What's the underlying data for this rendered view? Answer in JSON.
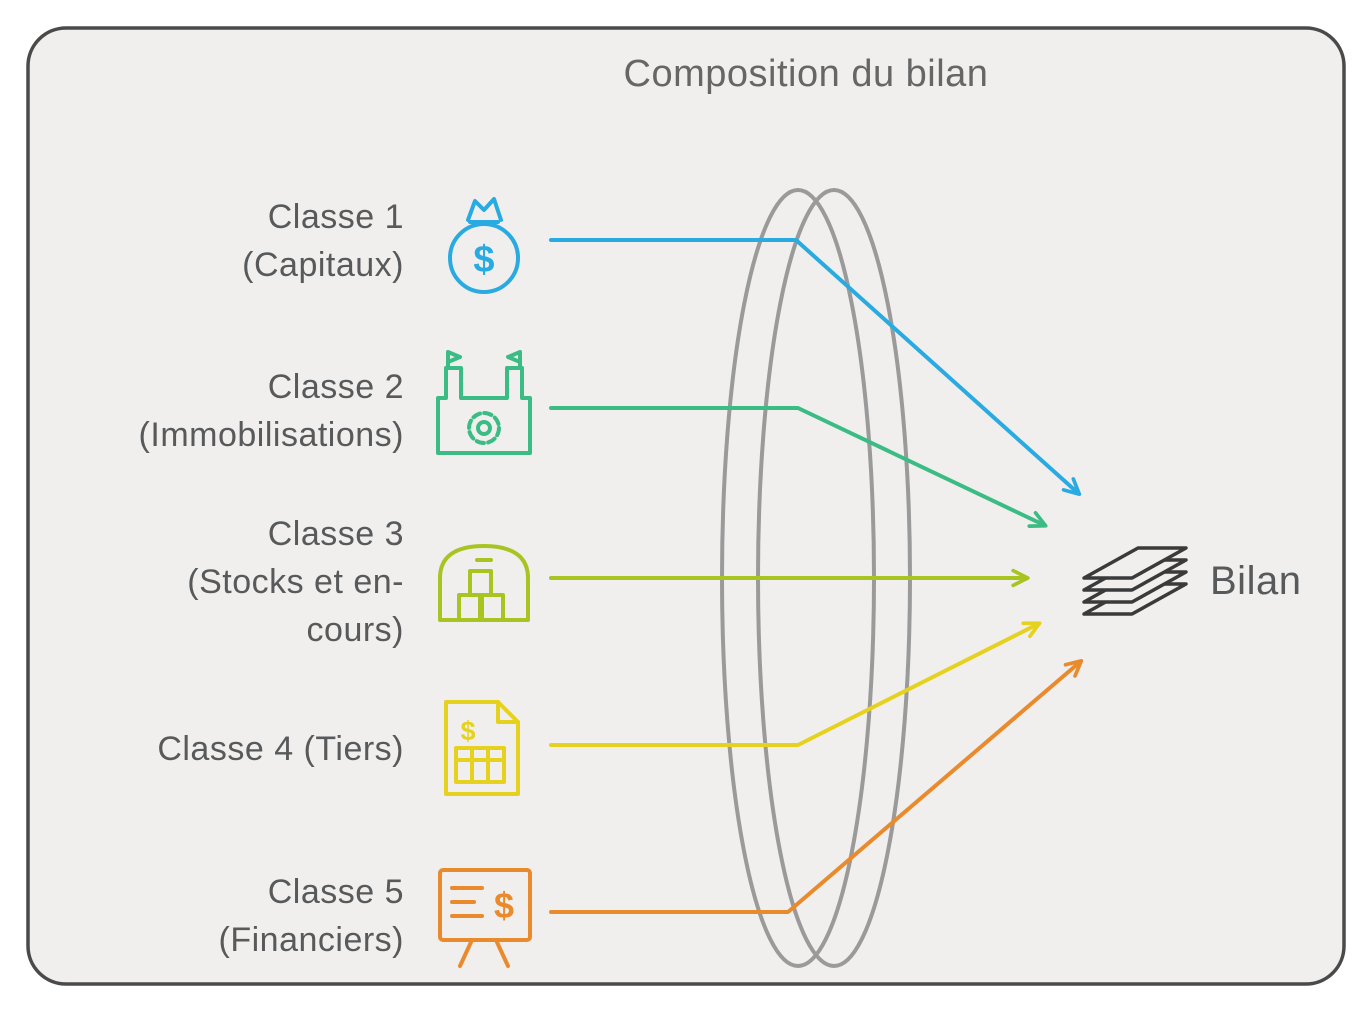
{
  "title": "Composition du bilan",
  "currency_symbol": "$",
  "bilan": {
    "label": "Bilan"
  },
  "colors": {
    "background": "#f0efee",
    "border": "#4a4a4a",
    "text": "#58595b",
    "title": "#666666",
    "lens": "#9a9a9a",
    "bilan_icon": "#3a3a3a"
  },
  "classes": [
    {
      "lines": [
        "Classe 1",
        "(Capitaux)"
      ],
      "icon": "money-bag-dollar-icon",
      "color": "#29abe2"
    },
    {
      "lines": [
        "Classe 2",
        "(Immobilisations)"
      ],
      "icon": "factory-gear-icon",
      "color": "#3cbc85"
    },
    {
      "lines": [
        "Classe 3",
        "(Stocks et en-",
        "cours)"
      ],
      "icon": "warehouse-boxes-icon",
      "color": "#a8c421"
    },
    {
      "lines": [
        "Classe 4 (Tiers)"
      ],
      "icon": "invoice-dollar-icon",
      "color": "#e6d21e"
    },
    {
      "lines": [
        "Classe 5",
        "(Financiers)"
      ],
      "icon": "monitor-dollar-icon",
      "color": "#e98b2d"
    }
  ]
}
